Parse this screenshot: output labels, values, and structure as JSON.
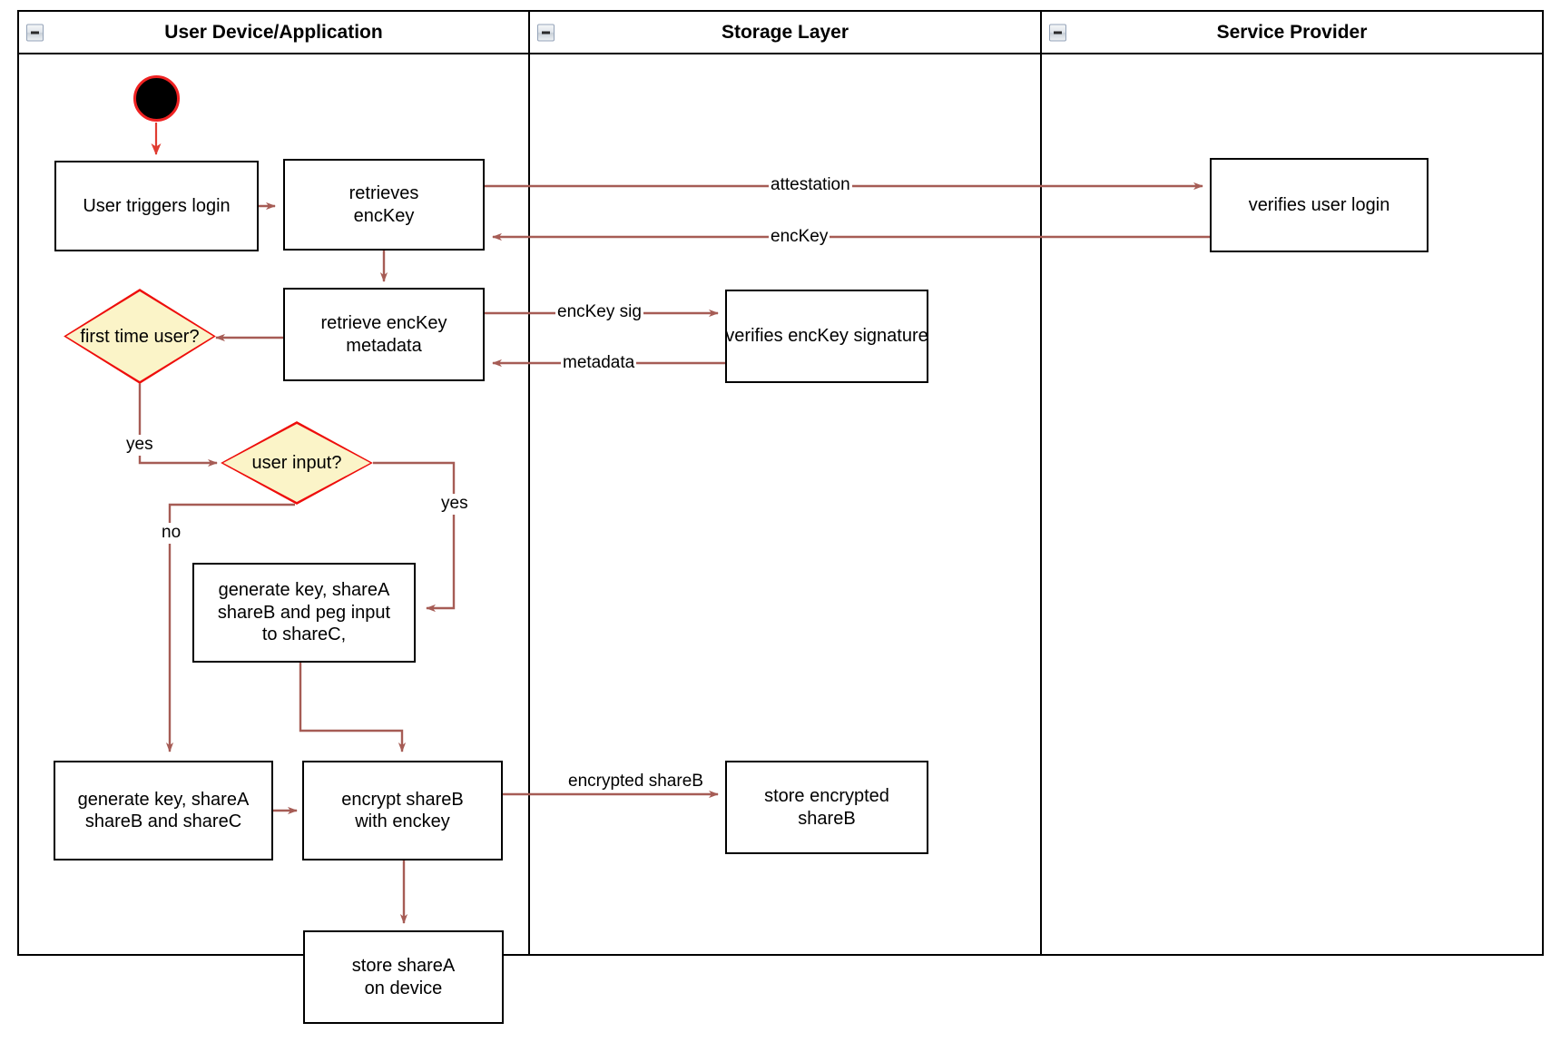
{
  "diagram": {
    "type": "uml-activity-swimlane",
    "accent_arrow_color": "#a65c55",
    "start_arrow_color": "#e03c31",
    "decision_border_color": "#ee0d0d",
    "decision_fill_color": "#fbf4c8",
    "node_border_color": "#000000",
    "node_fill_color": "#ffffff"
  },
  "lanes": [
    {
      "title": "User Device/Application",
      "collapse_icon": "minus-box-icon"
    },
    {
      "title": "Storage Layer",
      "collapse_icon": "minus-box-icon"
    },
    {
      "title": "Service Provider",
      "collapse_icon": "minus-box-icon"
    }
  ],
  "nodes": {
    "start": {
      "label": "",
      "icon": "initial-node-icon"
    },
    "user_triggers_login": {
      "line1": "User triggers login"
    },
    "retrieves_enckey": {
      "line1": "retrieves",
      "line2": "encKey"
    },
    "retrieve_enckey_metadata": {
      "line1": "retrieve encKey",
      "line2": "metadata"
    },
    "first_time_user": {
      "line1": "first time",
      "line2": "user?"
    },
    "user_input": {
      "line1": "user input?"
    },
    "generate_peg": {
      "line1": "generate key, shareA",
      "line2": "shareB and peg input",
      "line3": "to shareC,"
    },
    "generate_shares": {
      "line1": "generate key, shareA",
      "line2": "shareB and shareC"
    },
    "encrypt_shareb": {
      "line1": "encrypt shareB",
      "line2": "with enckey"
    },
    "store_sharea": {
      "line1": "store shareA",
      "line2": "on device"
    },
    "verifies_enckey_signature": {
      "line1": "verifies encKey signature"
    },
    "store_encrypted_shareb": {
      "line1": "store encrypted",
      "line2": "shareB"
    },
    "verifies_user_login": {
      "line1": "verifies user login"
    }
  },
  "edge_labels": {
    "attestation": "attestation",
    "enckey": "encKey",
    "enckey_sig": "encKey sig",
    "metadata": "metadata",
    "first_time_yes": "yes",
    "user_input_yes": "yes",
    "user_input_no": "no",
    "encrypted_shareb_l1": "encrypted",
    "encrypted_shareb_l2": "shareB"
  }
}
